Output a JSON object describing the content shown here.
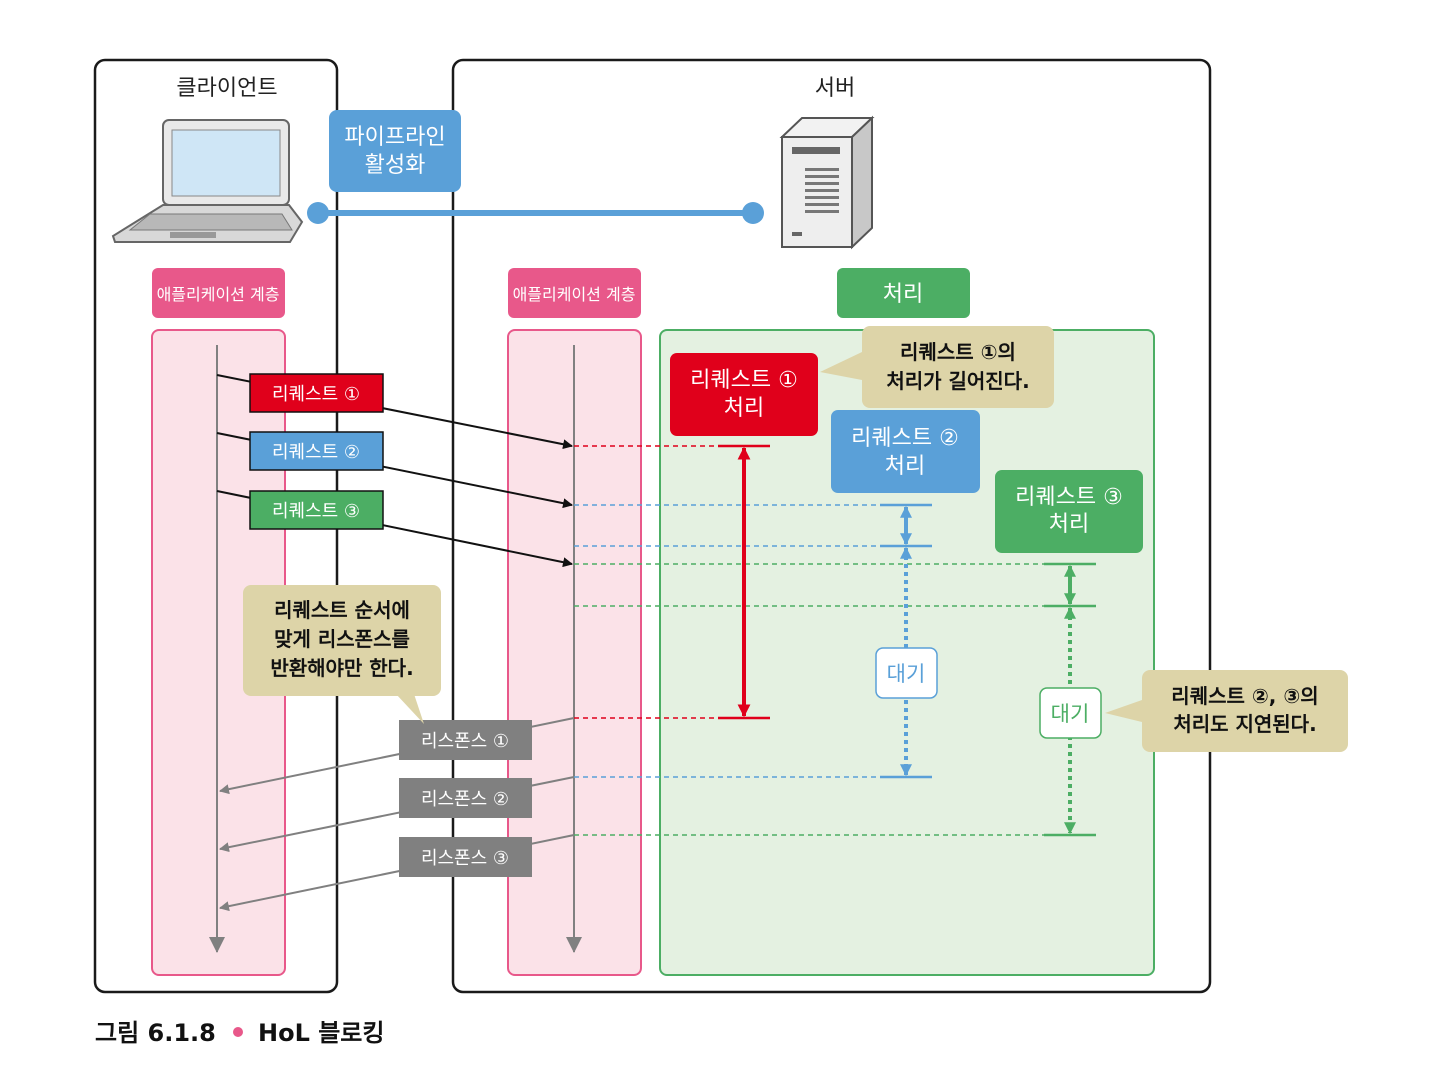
{
  "client": {
    "title": "클라이언트",
    "app_layer": "애플리케이션 계층"
  },
  "server": {
    "title": "서버",
    "app_layer": "애플리케이션 계층",
    "processing": "처리"
  },
  "pipeline": {
    "line1": "파이프라인",
    "line2": "활성화"
  },
  "requests": [
    "리퀘스트 ①",
    "리퀘스트 ②",
    "리퀘스트 ③"
  ],
  "responses": [
    "리스폰스 ①",
    "리스폰스 ②",
    "리스폰스 ③"
  ],
  "proc_boxes": [
    {
      "line1": "리퀘스트 ①",
      "line2": "처리"
    },
    {
      "line1": "리퀘스트 ②",
      "line2": "처리"
    },
    {
      "line1": "리퀘스트 ③",
      "line2": "처리"
    }
  ],
  "waits": [
    "대기",
    "대기"
  ],
  "notes": {
    "note1": {
      "line1": "리퀘스트 ①의",
      "line2": "처리가 길어진다."
    },
    "note2": {
      "line1": "리퀘스트 순서에",
      "line2": "맞게 리스폰스를",
      "line3": "반환해야만 한다."
    },
    "note3": {
      "line1": "리퀘스트 ②, ③의",
      "line2": "처리도 지연된다."
    }
  },
  "caption": {
    "prefix": "그림 6.1.8",
    "bullet": "•",
    "title": "HoL 블로킹"
  },
  "colors": {
    "red": "#e0001b",
    "blue": "#5aa0d8",
    "green": "#4cae64",
    "pink": "#e8588a",
    "pink_fill": "#fbe2e8",
    "green_fill": "#e4f1e1",
    "note": "#ddd4a8",
    "gray": "#808080"
  }
}
